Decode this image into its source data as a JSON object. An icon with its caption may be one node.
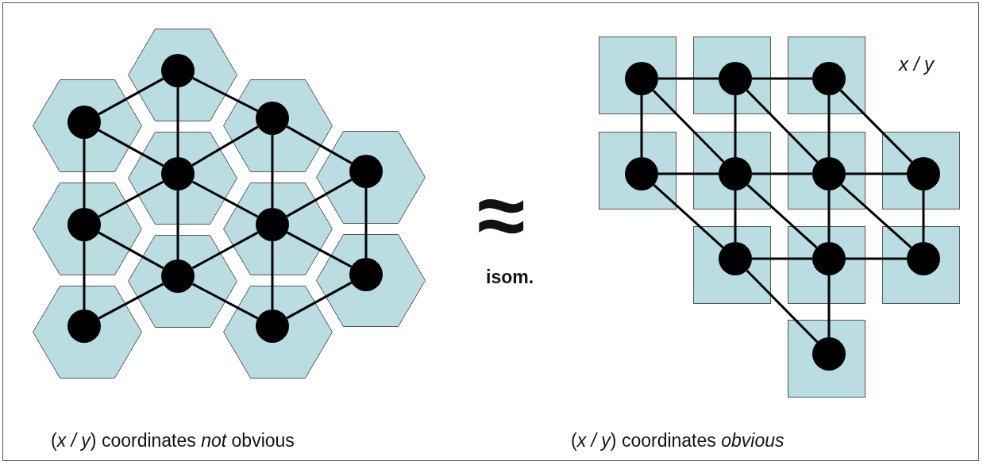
{
  "diagram": {
    "nodes": [
      {
        "text": [],
        "shape": "hexagon"
      },
      {
        "text": [],
        "shape": "circle",
        "in": 0
      },
      {
        "text": [],
        "shape": "hexagon"
      },
      {
        "text": [],
        "shape": "circle",
        "in": 2
      },
      {
        "text": [],
        "shape": "hexagon"
      },
      {
        "text": [],
        "shape": "circle",
        "in": 4
      },
      {
        "text": [],
        "shape": "hexagon"
      },
      {
        "text": [],
        "shape": "circle",
        "in": 6
      },
      {
        "text": [],
        "shape": "hexagon"
      },
      {
        "text": [],
        "shape": "circle",
        "in": 8
      },
      {
        "text": [],
        "shape": "hexagon"
      },
      {
        "text": [],
        "shape": "circle",
        "in": 10
      },
      {
        "text": [],
        "shape": "hexagon"
      },
      {
        "text": [],
        "shape": "circle",
        "in": 12
      },
      {
        "text": [],
        "shape": "hexagon"
      },
      {
        "text": [],
        "shape": "circle",
        "in": 14
      },
      {
        "text": [],
        "shape": "hexagon"
      },
      {
        "text": [],
        "shape": "circle",
        "in": 16
      },
      {
        "text": [],
        "shape": "hexagon"
      },
      {
        "text": [],
        "shape": "circle",
        "in": 18
      },
      {
        "text": [],
        "shape": "hexagon"
      },
      {
        "text": [],
        "shape": "circle",
        "in": 20
      },
      {
        "text": [],
        "shape": "box"
      },
      {
        "text": [],
        "shape": "circle",
        "in": 22
      },
      {
        "text": [],
        "shape": "box"
      },
      {
        "text": [],
        "shape": "circle",
        "in": 24
      },
      {
        "text": [],
        "shape": "box"
      },
      {
        "text": [],
        "shape": "circle",
        "in": 26
      },
      {
        "text": [],
        "shape": "box"
      },
      {
        "text": [],
        "shape": "circle",
        "in": 28
      },
      {
        "text": [],
        "shape": "box"
      },
      {
        "text": [],
        "shape": "circle",
        "in": 30
      },
      {
        "text": [],
        "shape": "box"
      },
      {
        "text": [],
        "shape": "circle",
        "in": 32
      },
      {
        "text": [],
        "shape": "box"
      },
      {
        "text": [],
        "shape": "circle",
        "in": 34
      },
      {
        "text": [],
        "shape": "box"
      },
      {
        "text": [],
        "shape": "circle",
        "in": 36
      },
      {
        "text": [],
        "shape": "box"
      },
      {
        "text": [],
        "shape": "circle",
        "in": 38
      },
      {
        "text": [],
        "shape": "box"
      },
      {
        "text": [],
        "shape": "circle",
        "in": 40
      },
      {
        "text": [],
        "shape": "box"
      },
      {
        "text": [],
        "shape": "circle",
        "in": 42
      }
    ],
    "edges": [
      {
        "from": 1,
        "to": 3,
        "arrow": "none"
      },
      {
        "from": 1,
        "to": 5,
        "arrow": "none"
      },
      {
        "from": 1,
        "to": 7,
        "arrow": "none"
      },
      {
        "from": 3,
        "to": 7,
        "arrow": "none"
      },
      {
        "from": 5,
        "to": 7,
        "arrow": "none"
      },
      {
        "from": 3,
        "to": 11,
        "arrow": "none"
      },
      {
        "from": 5,
        "to": 9,
        "arrow": "none"
      },
      {
        "from": 5,
        "to": 13,
        "arrow": "none"
      },
      {
        "from": 7,
        "to": 11,
        "arrow": "none"
      },
      {
        "from": 7,
        "to": 13,
        "arrow": "none"
      },
      {
        "from": 7,
        "to": 15,
        "arrow": "none"
      },
      {
        "from": 9,
        "to": 13,
        "arrow": "none"
      },
      {
        "from": 9,
        "to": 17,
        "arrow": "none"
      },
      {
        "from": 11,
        "to": 15,
        "arrow": "none"
      },
      {
        "from": 11,
        "to": 19,
        "arrow": "none"
      },
      {
        "from": 13,
        "to": 15,
        "arrow": "none"
      },
      {
        "from": 13,
        "to": 17,
        "arrow": "none"
      },
      {
        "from": 13,
        "to": 21,
        "arrow": "none"
      },
      {
        "from": 15,
        "to": 19,
        "arrow": "none"
      },
      {
        "from": 15,
        "to": 21,
        "arrow": "none"
      },
      {
        "from": 17,
        "to": 21,
        "arrow": "none"
      },
      {
        "from": 23,
        "to": 25,
        "arrow": "none"
      },
      {
        "from": 25,
        "to": 27,
        "arrow": "none"
      },
      {
        "from": 23,
        "to": 29,
        "arrow": "none"
      },
      {
        "from": 23,
        "to": 31,
        "arrow": "none"
      },
      {
        "from": 25,
        "to": 31,
        "arrow": "none"
      },
      {
        "from": 25,
        "to": 33,
        "arrow": "none"
      },
      {
        "from": 27,
        "to": 33,
        "arrow": "none"
      },
      {
        "from": 27,
        "to": 35,
        "arrow": "none"
      },
      {
        "from": 29,
        "to": 31,
        "arrow": "none"
      },
      {
        "from": 31,
        "to": 33,
        "arrow": "none"
      },
      {
        "from": 33,
        "to": 35,
        "arrow": "none"
      },
      {
        "from": 29,
        "to": 37,
        "arrow": "none"
      },
      {
        "from": 31,
        "to": 37,
        "arrow": "none"
      },
      {
        "from": 31,
        "to": 39,
        "arrow": "none"
      },
      {
        "from": 33,
        "to": 39,
        "arrow": "none"
      },
      {
        "from": 33,
        "to": 41,
        "arrow": "none"
      },
      {
        "from": 35,
        "to": 41,
        "arrow": "none"
      },
      {
        "from": 37,
        "to": 39,
        "arrow": "none"
      },
      {
        "from": 39,
        "to": 41,
        "arrow": "none"
      },
      {
        "from": 37,
        "to": 43,
        "arrow": "none"
      },
      {
        "from": 39,
        "to": 43,
        "arrow": "none"
      }
    ],
    "labels": [
      "x / y",
      "≈",
      "isom.",
      "(*x / y*) coordinates *not* obvious",
      "(*x / y*) coordinates *obvious*"
    ]
  }
}
